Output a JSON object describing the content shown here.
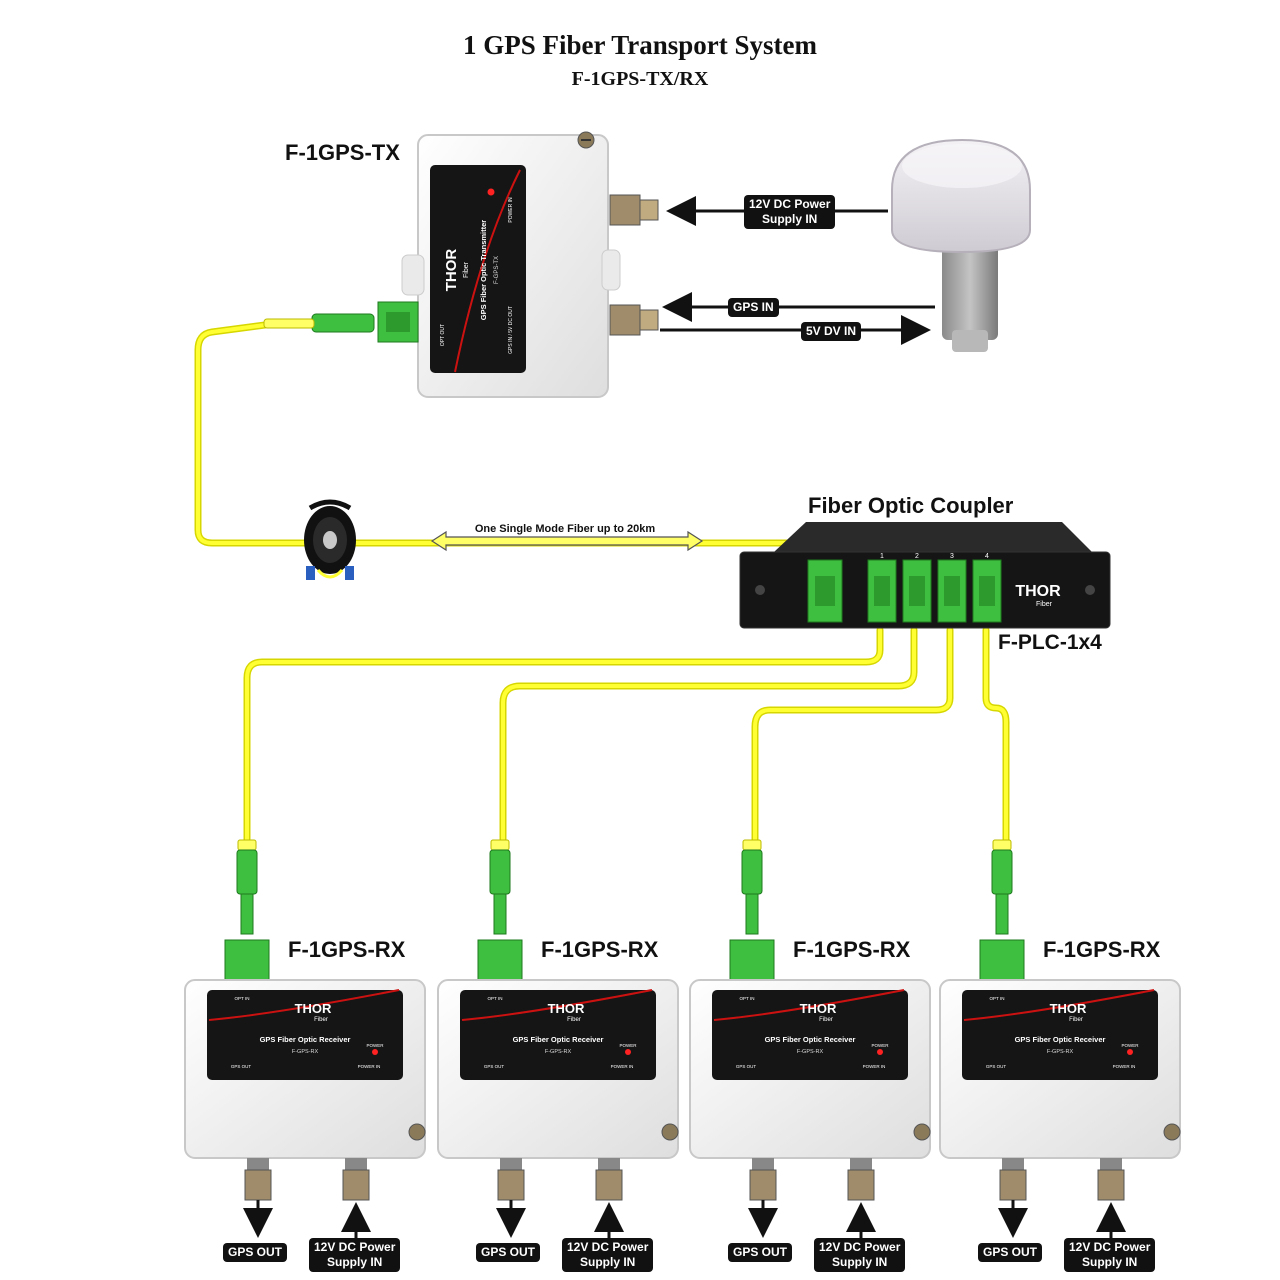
{
  "diagram": {
    "title": "1 GPS Fiber Transport System",
    "subtitle": "F-1GPS-TX/RX"
  },
  "transmitter": {
    "label": "F-1GPS-TX",
    "brand": "THOR",
    "brand_sub": "Fiber",
    "product_name": "GPS Fiber Optic Transmitter",
    "model": "F-GPS-TX",
    "power_text": "POWER IN",
    "optical_text": "OPT OUT",
    "port_text": "GPS IN / 5V DC OUT"
  },
  "antenna_links": {
    "power": [
      "12V DC Power",
      "Supply IN"
    ],
    "gps_in": "GPS IN",
    "dc_out": "5V DV IN"
  },
  "fiber_link": {
    "label": "One Single Mode Fiber up to 20km"
  },
  "coupler": {
    "title": "Fiber Optic Coupler",
    "model": "F-PLC-1x4",
    "brand": "THOR",
    "brand_sub": "Fiber",
    "port_numbers": [
      "1",
      "2",
      "3",
      "4"
    ]
  },
  "receivers": [
    {
      "label": "F-1GPS-RX",
      "brand": "THOR",
      "brand_sub": "Fiber",
      "product_name": "GPS Fiber Optic Receiver",
      "model": "F-GPS-RX",
      "opt_in": "OPT IN",
      "gps_out_small": "GPS OUT",
      "power_small": "POWER IN",
      "power_led": "POWER",
      "out_label": "GPS OUT",
      "power_label": [
        "12V DC Power",
        "Supply IN"
      ]
    },
    {
      "label": "F-1GPS-RX",
      "brand": "THOR",
      "brand_sub": "Fiber",
      "product_name": "GPS Fiber Optic Receiver",
      "model": "F-GPS-RX",
      "opt_in": "OPT IN",
      "gps_out_small": "GPS OUT",
      "power_small": "POWER IN",
      "power_led": "POWER",
      "out_label": "GPS OUT",
      "power_label": [
        "12V DC Power",
        "Supply IN"
      ]
    },
    {
      "label": "F-1GPS-RX",
      "brand": "THOR",
      "brand_sub": "Fiber",
      "product_name": "GPS Fiber Optic Receiver",
      "model": "F-GPS-RX",
      "opt_in": "OPT IN",
      "gps_out_small": "GPS OUT",
      "power_small": "POWER IN",
      "power_led": "POWER",
      "out_label": "GPS OUT",
      "power_label": [
        "12V DC Power",
        "Supply IN"
      ]
    },
    {
      "label": "F-1GPS-RX",
      "brand": "THOR",
      "brand_sub": "Fiber",
      "product_name": "GPS Fiber Optic Receiver",
      "model": "F-GPS-RX",
      "opt_in": "OPT IN",
      "gps_out_small": "GPS OUT",
      "power_small": "POWER IN",
      "power_led": "POWER",
      "out_label": "GPS OUT",
      "power_label": [
        "12V DC Power",
        "Supply IN"
      ]
    }
  ],
  "colors": {
    "fiber": "#ffff33",
    "fiber_edge": "#d6d600",
    "connector": "#3fbf3f",
    "enclosure": "#f2f2f2",
    "panel": "#151515",
    "accent": "#cc1111",
    "antenna": "#e6e3e8"
  }
}
